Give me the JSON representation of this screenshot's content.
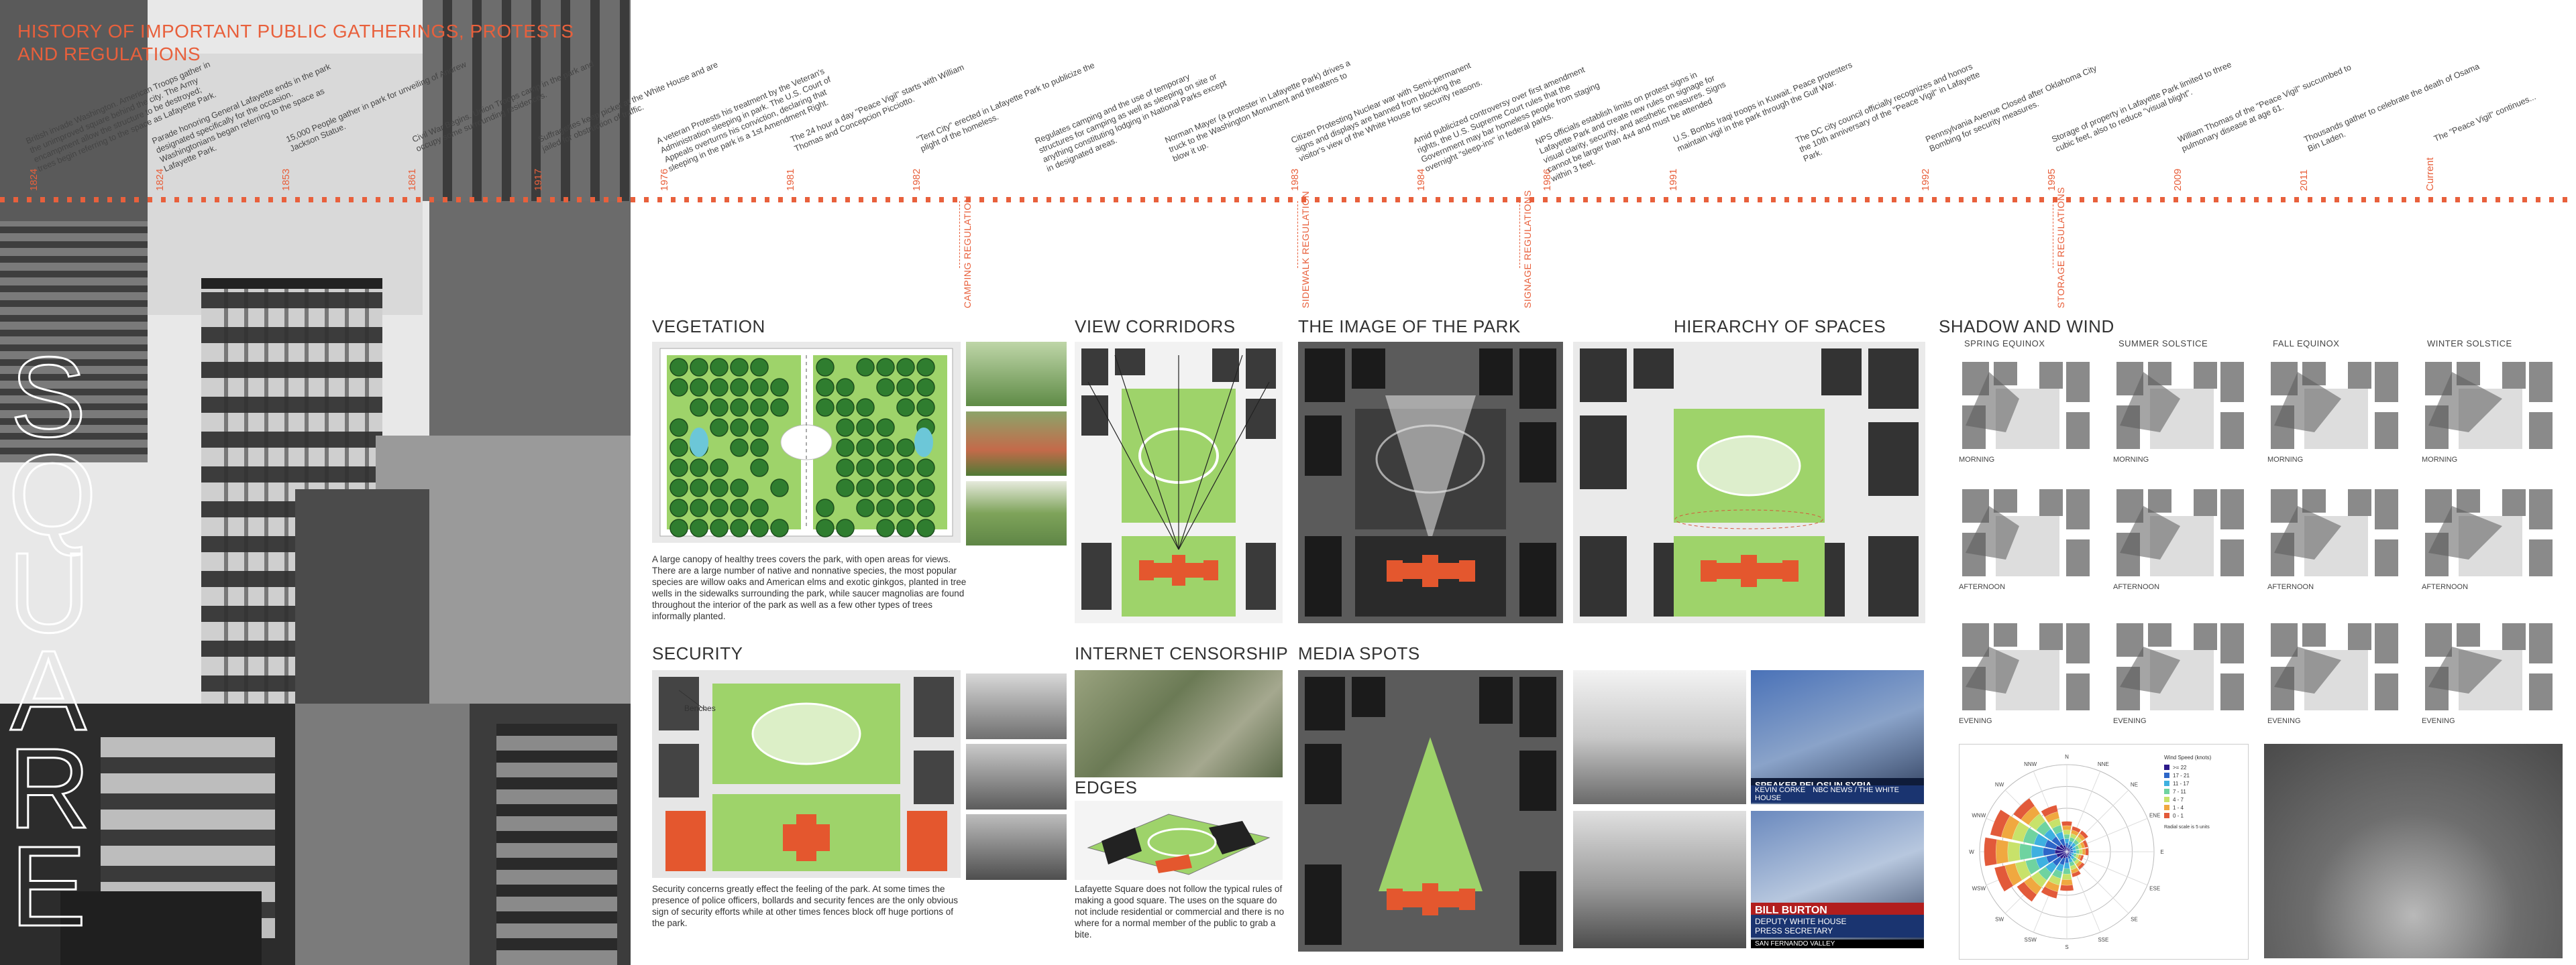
{
  "title": "HISTORY OF IMPORTANT PUBLIC GATHERINGS, PROTESTS AND REGULATIONS",
  "big_word": [
    "S",
    "Q",
    "U",
    "A",
    "R",
    "E"
  ],
  "timeline": [
    {
      "year": "1824",
      "text": "British invade Washington. American Troops gather in the unimproved square behind the city. The Army encampment allow the structure to be destroyed; trees begin referring to the space as Lafayette Park."
    },
    {
      "year": "1824",
      "text": "Parade honoring General Lafayette ends in the park designated specifically for the occasion. Washingtonians began referring to the space as Lafayette Park."
    },
    {
      "year": "1853",
      "text": "15,000 People gather in park for unveiling of Andrew Jackson Statue."
    },
    {
      "year": "1861",
      "text": "Civil War Begins. Union Troops camp in the park and occupy some surrounding residences."
    },
    {
      "year": "1917",
      "text": "Suffragettes keep picket at the White House and are jailed for obstruction of traffic."
    },
    {
      "year": "1976",
      "text": "A veteran Protests his treatment by the Veteran's Administration sleeping in park. The U.S. Court of Appeals overturns his conviction, declaring that sleeping in the park is a 1st Amendment Right."
    },
    {
      "year": "1981",
      "text": "The 24 hour a day \"Peace Vigil\" starts with William Thomas and Concepcion Picciotto."
    },
    {
      "year": "1982",
      "text": "\"Tent City\" erected in Lafayette Park to publicize the plight of the homeless."
    },
    {
      "year": "",
      "text": "Regulates camping and the use of temporary structures for camping as well as sleeping on site or anything constituting lodging in National Parks except in designated areas."
    },
    {
      "year": "",
      "text": "Norman Mayer (a protester in Lafayette Park) drives a truck to the Washington Monument and threatens to blow it up."
    },
    {
      "year": "1983",
      "text": "Citizen Protesting Nuclear war with Semi-permanent signs and displays are banned from blocking the visitor's view of the White House for security reasons."
    },
    {
      "year": "1984",
      "text": "Amid publicized controversy over first amendment rights, the U.S. Supreme Court rules that the Government may bar homeless people from staging overnight \"sleep-ins\" in federal parks."
    },
    {
      "year": "1986",
      "text": "NPS officials establish limits on protest signs in Lafayette Park and create new rules on signage for visual clarity, security, and aesthetic measures. Signs cannot be larger than 4x4 and must be attended within 3 feet."
    },
    {
      "year": "1991",
      "text": "U.S. Bombs Iraqi troops in Kuwait. Peace protesters maintain vigil in the park through the Gulf War."
    },
    {
      "year": "",
      "text": "The DC city council officially recognizes and honors the 10th anniversary of the \"Peace Vigil\" in Lafayette Park."
    },
    {
      "year": "1992",
      "text": "Pennsylvania Avenue Closed after Oklahoma City Bombing for security measures."
    },
    {
      "year": "1995",
      "text": "Storage of property in Lafayette Park limited to three cubic feet, also to reduce \"visual blight\"."
    },
    {
      "year": "2009",
      "text": "William Thomas of the \"Peace Vigil\" succumbed to pulmonary disease at age 61."
    },
    {
      "year": "2011",
      "text": "Thousands gather to celebrate the death of Osama Bin Laden."
    },
    {
      "year": "Current",
      "text": "The \"Peace Vigil\" continues..."
    }
  ],
  "regulations": [
    "CAMPING REGULATION",
    "SIDEWALK REGULATION",
    "SIGNAGE REGULATIONS",
    "STORAGE REGULATIONS"
  ],
  "panels": {
    "vegetation": {
      "heading": "VEGETATION",
      "caption": "A large canopy of healthy trees covers the park, with open areas for views. There are a large number of native and nonnative species, the most popular species are willow oaks and American elms and exotic ginkgos, planted in tree wells in the sidewalks surrounding the park, while saucer magnolias are found throughout the interior of the park as well as a few other types of trees informally planted."
    },
    "view_corridors": {
      "heading": "VIEW CORRIDORS"
    },
    "image_of_park": {
      "heading": "THE IMAGE OF THE PARK"
    },
    "hierarchy": {
      "heading": "HIERARCHY OF SPACES"
    },
    "shadow_wind": {
      "heading": "SHADOW AND WIND",
      "seasons": [
        "SPRING EQUINOX",
        "SUMMER SOLSTICE",
        "FALL EQUINOX",
        "WINTER SOLSTICE"
      ],
      "times": [
        "MORNING",
        "AFTERNOON",
        "EVENING"
      ]
    },
    "security": {
      "heading": "SECURITY",
      "label": "Benches",
      "caption": "Security concerns greatly effect the feeling of the park. At some times the presence of police officers, bollards and security fences are the only obvious sign of security efforts while at other times fences block off huge portions of the park."
    },
    "internet": {
      "heading": "INTERNET CENSORSHIP"
    },
    "edges": {
      "heading": "EDGES",
      "caption": "Lafayette Square does not follow the typical rules of making a good square. The uses on the square do not include residential or commercial and there is no where for a normal member of the public to grab a bite."
    },
    "media": {
      "heading": "MEDIA SPOTS",
      "news1": {
        "line1": "SPEAKER PELOSI IN SYRIA",
        "line2": "KEVIN CORKE",
        "line3": "NBC NEWS / THE WHITE HOUSE"
      },
      "news2": {
        "line1": "BILL BURTON",
        "line2": "DEPUTY WHITE HOUSE",
        "line3": "PRESS SECRETARY",
        "line4": "SAN FERNANDO VALLEY"
      }
    }
  },
  "wind_rose": {
    "legend_title": "Wind Speed (knots)",
    "legend": [
      ">= 22",
      "17 - 21",
      "11 - 17",
      "7 - 11",
      "4 - 7",
      "1 - 4",
      "0 - 1"
    ],
    "colors": [
      "#2c1a8a",
      "#2d66c8",
      "#3eb0e0",
      "#6fd3a0",
      "#c8e26a",
      "#f0a840",
      "#e25a3a"
    ],
    "directions": [
      "N",
      "NNE",
      "NE",
      "ENE",
      "E",
      "ESE",
      "SE",
      "SSE",
      "S",
      "SSW",
      "SW",
      "WSW",
      "W",
      "WNW",
      "NW",
      "NNW"
    ],
    "note": "Radial scale is 5 units"
  }
}
